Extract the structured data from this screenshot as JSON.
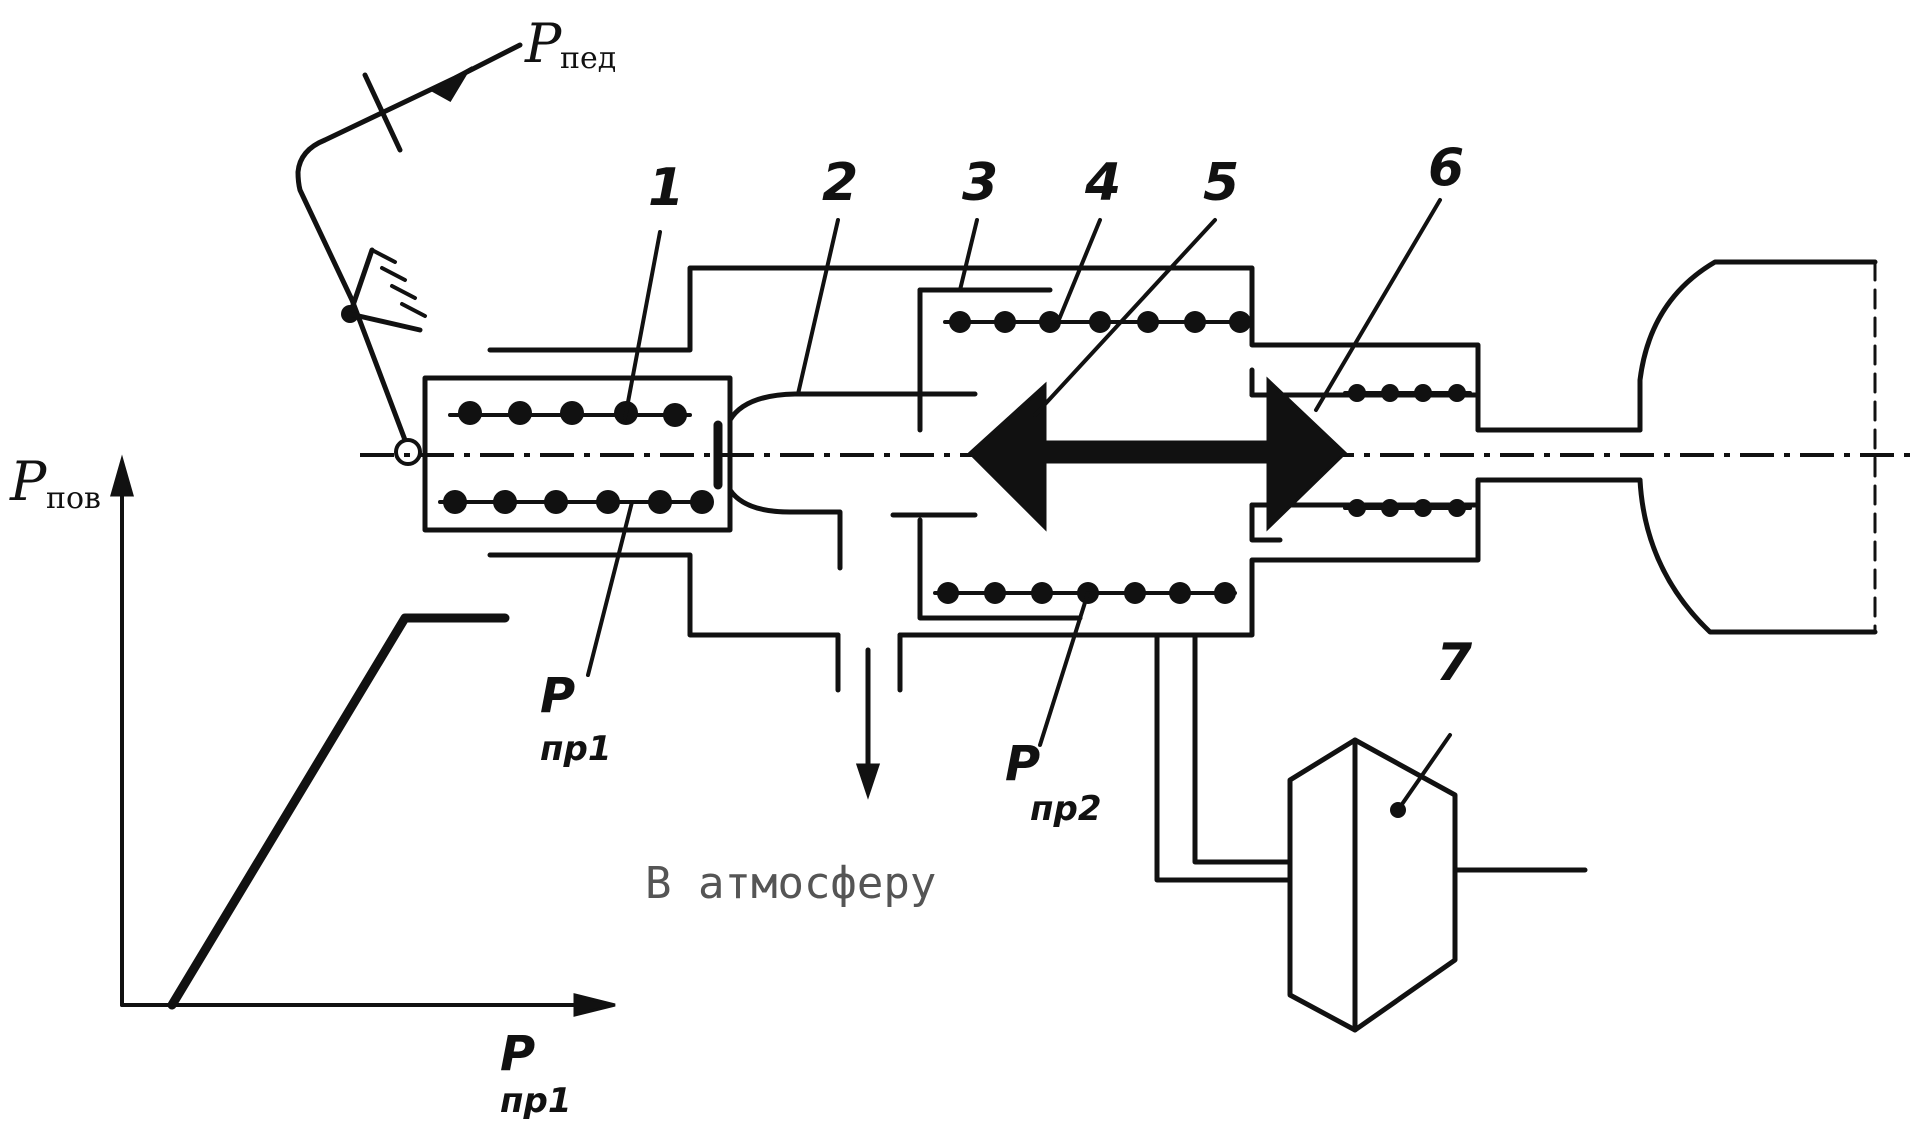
{
  "labels": {
    "pedal_force": {
      "symbol": "P",
      "subscript": "пед"
    },
    "turning_force": {
      "symbol": "P",
      "subscript": "пов"
    },
    "spring_force_1": {
      "symbol": "P",
      "subscript": "пр1"
    },
    "spring_force_2": {
      "symbol": "P",
      "subscript": "пр2"
    },
    "graph_x_axis": {
      "symbol": "P",
      "subscript": "пр1"
    },
    "exhaust": "В атмосферу"
  },
  "callouts": [
    "1",
    "2",
    "3",
    "4",
    "5",
    "6",
    "7"
  ],
  "colors": {
    "ink": "#111111",
    "stamp_text": "#555555",
    "background": "#ffffff"
  }
}
